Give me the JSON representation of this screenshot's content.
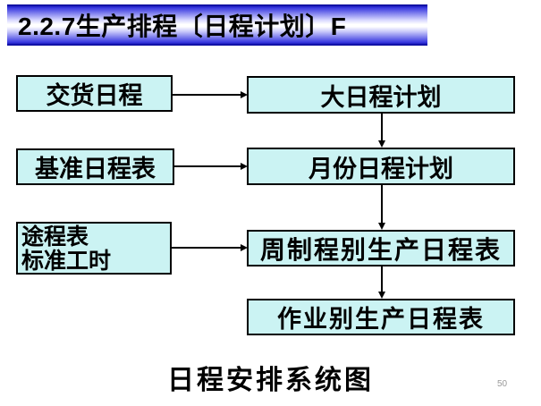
{
  "slide": {
    "title": "2.2.7生产排程〔日程计划〕F",
    "caption": "日程安排系统图",
    "page_number": "50"
  },
  "colors": {
    "title_gradient_blue": "#3838E0",
    "title_gradient_edge": "#000090",
    "box_fill": "#CBF3F3",
    "box_border": "#000000",
    "page_number_gray": "#999999"
  },
  "flowchart": {
    "left_boxes": [
      {
        "label": "交货日程"
      },
      {
        "label": "基准日程表"
      },
      {
        "lines": [
          "途程表",
          "标准工时"
        ]
      }
    ],
    "right_boxes": [
      {
        "label": "大日程计划"
      },
      {
        "label": "月份日程计划"
      },
      {
        "label": "周制程别生产日程表"
      },
      {
        "label": "作业别生产日程表"
      }
    ],
    "connections": [
      {
        "from": "交货日程",
        "to": "大日程计划",
        "direction": "right"
      },
      {
        "from": "基准日程表",
        "to": "月份日程计划",
        "direction": "right"
      },
      {
        "from": "途程表 标准工时",
        "to": "周制程别生产日程表",
        "direction": "right"
      },
      {
        "from": "大日程计划",
        "to": "月份日程计划",
        "direction": "down"
      },
      {
        "from": "月份日程计划",
        "to": "周制程别生产日程表",
        "direction": "down"
      },
      {
        "from": "周制程别生产日程表",
        "to": "作业别生产日程表",
        "direction": "down"
      }
    ]
  }
}
